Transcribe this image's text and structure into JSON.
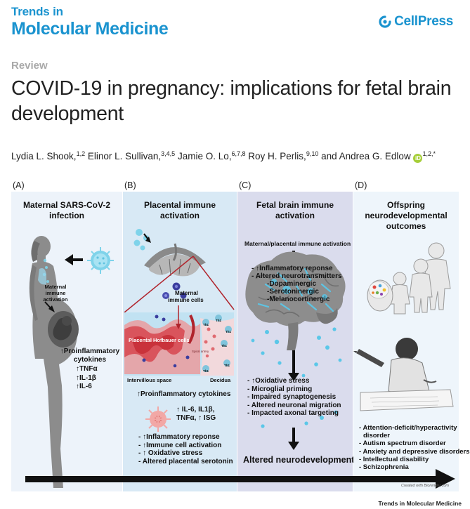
{
  "header": {
    "journal_line1": "Trends in",
    "journal_line2": "Molecular Medicine",
    "publisher": "CellPress",
    "article_type": "Review",
    "title": "COVID-19 in pregnancy: implications for fetal brain development"
  },
  "authors": [
    {
      "name": "Lydia L. Shook,",
      "sup": "1,2"
    },
    {
      "name": "Elinor L. Sullivan,",
      "sup": "3,4,5"
    },
    {
      "name": "Jamie O. Lo,",
      "sup": "6,7,8"
    },
    {
      "name": "Roy H. Perlis,",
      "sup": "9,10"
    },
    {
      "name": "and Andrea G. Edlow",
      "sup": "1,2,*",
      "orcid": "iD"
    }
  ],
  "figure": {
    "panel_a": {
      "letter": "(A)",
      "title": "Maternal SARS-CoV-2 infection",
      "label_activation": [
        "Maternal",
        "immune",
        "activation"
      ],
      "cytokines": [
        "↑Proinflammatory",
        "cytokines",
        "↑TNFα",
        "↑IL-1β",
        "↑IL-6"
      ]
    },
    "panel_b": {
      "letter": "(B)",
      "title": "Placental immune activation",
      "label_cells": [
        "Maternal",
        "immune cells"
      ],
      "label_hofbauer": "Placental Hofbauer cells",
      "label_spiral": "Spiral artery",
      "label_intervillous": "Intervillous space",
      "label_decidua": "Decidua",
      "cell_labels": [
        "Th1",
        "Th1",
        "Th1",
        "Th1",
        "Th1",
        "Th1"
      ],
      "cytokines_title": "↑Proinflammatory cytokines",
      "cytokines_list": [
        "↑ IL-6, IL1β,",
        "TNFα, ↑ ISG"
      ],
      "effects": [
        "- ↑Inflammatory reponse",
        "- ↑Immune cell activation",
        "- ↑ Oxidative stress",
        "- Altered placental serotonin"
      ]
    },
    "panel_c": {
      "letter": "(C)",
      "title": "Fetal brain immune activation",
      "activation_label": "Maternal/placental immune activation",
      "brain_effects": [
        "- ↑Inflammatory reponse",
        "- Altered neurotransmitters",
        "-Dopaminergic",
        "-Serotoninergic",
        "-Melanocortinergic"
      ],
      "cellular_effects": [
        "- ↑Oxidative stress",
        "- Microglial priming",
        "- Impaired synaptogenesis",
        "- Altered neuronal migration",
        "- Impacted axonal targeting"
      ],
      "outcome": "Altered neurodevelopment"
    },
    "panel_d": {
      "letter": "(D)",
      "title": "Offspring neurodevelopmental outcomes",
      "outcomes": [
        "- Attention-deficit/hyperactivity",
        "disorder",
        "- Autism spectrum disorder",
        "- Anxiety and depressive disorders",
        "- Intellectual disability",
        "- Schizophrenia"
      ]
    },
    "credit": "Created with Biorender.com",
    "colors": {
      "journal_blue": "#1a93cf",
      "arrow": "#111111",
      "virus": "#7fd3ea",
      "immune_cell": "#3a3d9e",
      "placenta_red": "#b0242c"
    }
  },
  "footer": "Trends in Molecular Medicine"
}
